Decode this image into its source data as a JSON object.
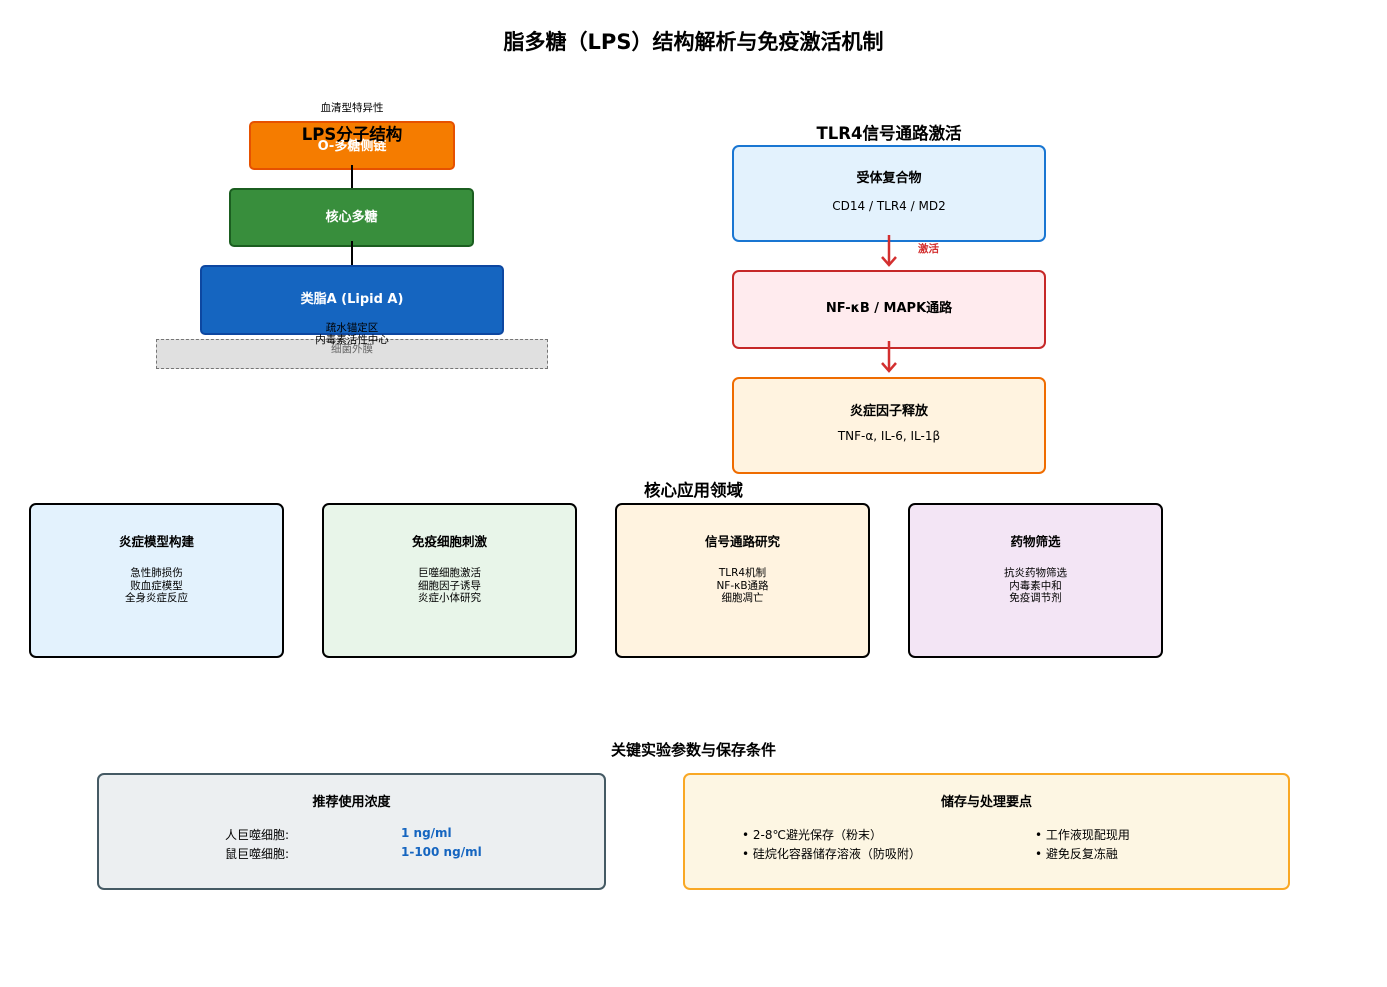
{
  "title": "脂多糖（LPS）结构解析与免疫激活机制",
  "lps": {
    "section_title": "LPS分子结构",
    "o_chain": {
      "label": "O-多糖侧链",
      "note": "血清型特异性",
      "color": "#f57c00"
    },
    "core": {
      "label": "核心多糖",
      "color": "#388e3c"
    },
    "lipid_a": {
      "label": "类脂A (Lipid A)",
      "notes": [
        "疏水锚定区",
        "内毒素活性中心"
      ],
      "color": "#1565c0"
    },
    "membrane": {
      "label": "细菌外膜"
    }
  },
  "tlr4": {
    "section_title": "TLR4信号通路激活",
    "receptor": {
      "title": "受体复合物",
      "sub": "CD14 / TLR4 / MD2"
    },
    "activate_label": "激活",
    "pathway": {
      "title": "NF-κB / MAPK通路"
    },
    "cytokines": {
      "title": "炎症因子释放",
      "sub": "TNF-α, IL-6, IL-1β"
    }
  },
  "applications": {
    "section_title": "核心应用领域",
    "items": [
      {
        "title": "炎症模型构建",
        "lines": [
          "急性肺损伤",
          "败血症模型",
          "全身炎症反应"
        ],
        "color": "#e3f2fd"
      },
      {
        "title": "免疫细胞刺激",
        "lines": [
          "巨噬细胞激活",
          "细胞因子诱导",
          "炎症小体研究"
        ],
        "color": "#e8f5e9"
      },
      {
        "title": "信号通路研究",
        "lines": [
          "TLR4机制",
          "NF-κB通路",
          "细胞凋亡"
        ],
        "color": "#fff3e0"
      },
      {
        "title": "药物筛选",
        "lines": [
          "抗炎药物筛选",
          "内毒素中和",
          "免疫调节剂"
        ],
        "color": "#f3e5f5"
      }
    ]
  },
  "params": {
    "section_title": "关键实验参数与保存条件",
    "concentration": {
      "title": "推荐使用浓度",
      "rows": [
        {
          "label": "人巨噬细胞:",
          "value": "1 ng/ml"
        },
        {
          "label": "鼠巨噬细胞:",
          "value": "1-100 ng/ml"
        }
      ]
    },
    "storage": {
      "title": "储存与处理要点",
      "left": [
        "• 2-8℃避光保存（粉末）",
        "• 硅烷化容器储存溶液（防吸附）"
      ],
      "right": [
        "• 工作液现配现用",
        "• 避免反复冻融"
      ]
    }
  }
}
